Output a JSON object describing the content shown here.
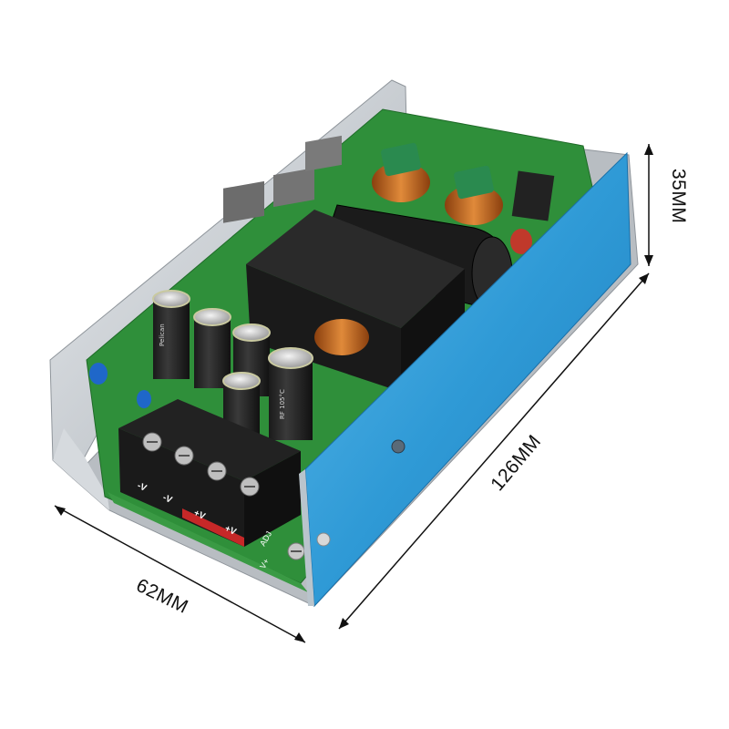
{
  "dimensions": {
    "width_label": "62MM",
    "length_label": "126MM",
    "height_label": "35MM"
  },
  "terminals": {
    "labels": [
      "-V",
      "-V",
      "+V",
      "+V"
    ]
  },
  "pcb": {
    "v_plus_label": "V+",
    "adj_label": "ADJ"
  },
  "capacitors": {
    "brand": "Pelican",
    "rating": "RF 105°C"
  },
  "colors": {
    "blue_cover": "#2f9ad6",
    "chassis": "#c9ced3",
    "pcb_green": "#2f8f3a",
    "terminal_block": "#1c1c1c",
    "transformer": "#232323",
    "copper": "#c86a1f",
    "emi_green": "#2a8a4f"
  }
}
